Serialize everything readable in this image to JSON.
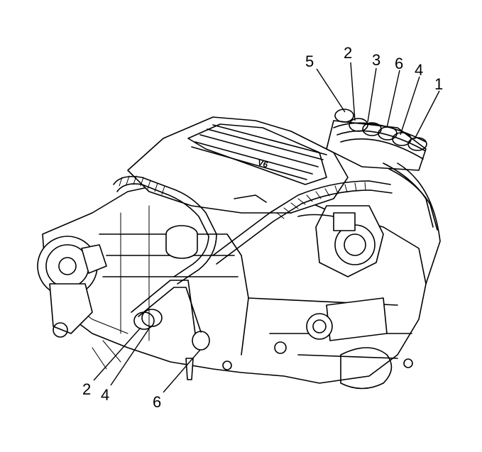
{
  "callouts": {
    "top": [
      {
        "label": "5",
        "part": "spark-plug-wire"
      },
      {
        "label": "2",
        "part": "spark-plug-wire"
      },
      {
        "label": "3",
        "part": "spark-plug-wire"
      },
      {
        "label": "6",
        "part": "spark-plug-wire"
      },
      {
        "label": "4",
        "part": "spark-plug-wire"
      },
      {
        "label": "1",
        "part": "spark-plug-wire"
      }
    ],
    "bottom": [
      {
        "label": "2",
        "part": "spark-plug-wire"
      },
      {
        "label": "4",
        "part": "spark-plug-wire"
      },
      {
        "label": "6",
        "part": "spark-plug-wire"
      }
    ]
  },
  "intake_lettering": "V6"
}
